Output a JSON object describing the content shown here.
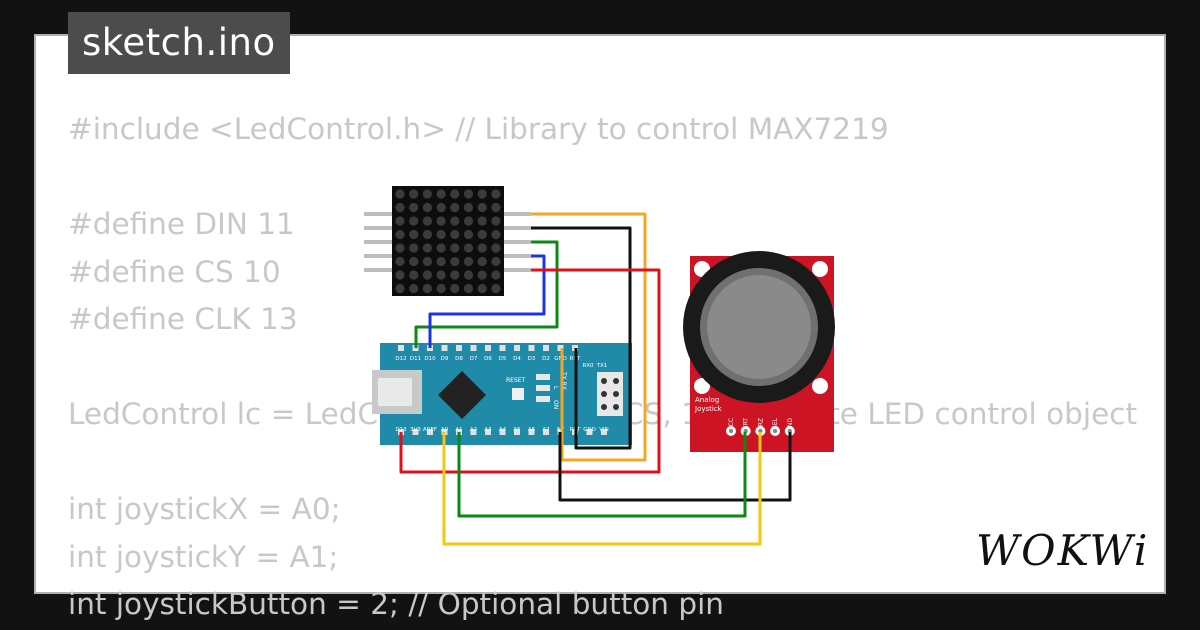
{
  "tab": {
    "filename": "sketch.ino"
  },
  "code_lines": [
    "#include <LedControl.h> // Library to control MAX7219",
    "",
    "#define DIN 11",
    "#define CS 10",
    "#define CLK 13",
    "",
    "LedControl lc = LedControl(DIN, CLK, CS, 1); // Create LED control object",
    "",
    "int joystickX = A0;",
    "int joystickY = A1;",
    "int joystickButton = 2; // Optional button pin"
  ],
  "arduino": {
    "top_pins": [
      "D12",
      "D11",
      "D10",
      "D9",
      "D8",
      "D7",
      "D6",
      "D5",
      "D4",
      "D3",
      "D2",
      "GND",
      "RST",
      "RX0",
      "TX1"
    ],
    "bottom_pins": [
      "D13",
      "3V3",
      "AREF",
      "A0",
      "A1",
      "A2",
      "A3",
      "A4",
      "A5",
      "A6",
      "A7",
      "5V",
      "RST",
      "GND",
      "VIN"
    ],
    "reset_label": "RESET",
    "leds": [
      "L",
      "ON"
    ],
    "txrx": "TX RX"
  },
  "joystick": {
    "title_line1": "Analog",
    "title_line2": "Joystick",
    "pins": [
      "VCC",
      "VERT",
      "HORZ",
      "SEL",
      "GND"
    ]
  },
  "colors": {
    "wire_orange": "#f5a623",
    "wire_black": "#111111",
    "wire_green": "#0a8a12",
    "wire_blue": "#1a34e0",
    "wire_red": "#e0101a",
    "wire_yellow": "#f2c90f",
    "arduino_blue": "#1f8ba8",
    "joystick_red": "#cc1424"
  },
  "logo": {
    "text": "WOKWi"
  }
}
